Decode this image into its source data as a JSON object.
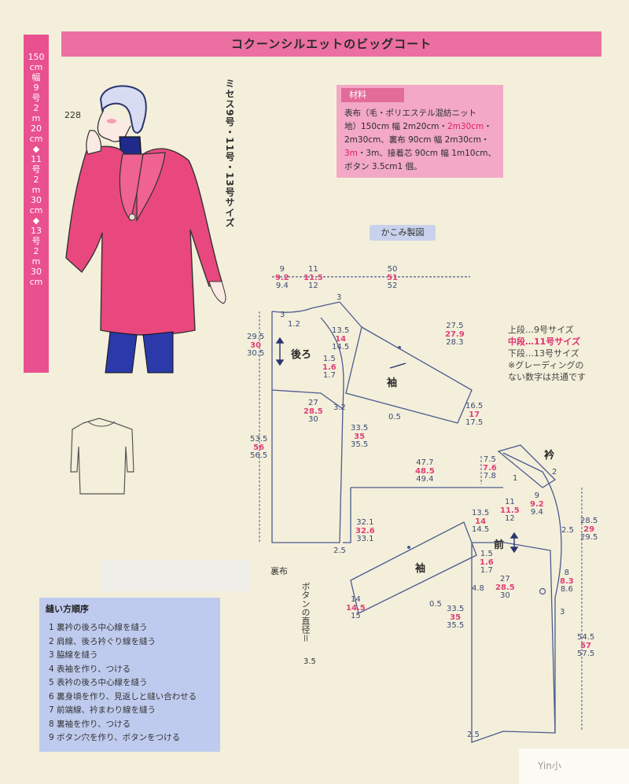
{
  "title": "コクーンシルエットのビッグコート",
  "side_banner": [
    "150",
    "cm",
    "幅",
    "9",
    "号",
    "2",
    "m",
    "20",
    "cm",
    "◆",
    "11",
    "号",
    "2",
    "m",
    "30",
    "cm",
    "◆",
    "13",
    "号",
    "2",
    "m",
    "30",
    "cm"
  ],
  "model_number": "228",
  "sizes_vertical": "ミセス9号・11号・13号サイズ",
  "materials": {
    "heading": "材料",
    "line1": "表布（毛・ポリエステル混紡ニット",
    "line2a": "地）150cm 幅 2m20cm・",
    "line2b": "2m30cm",
    "line2c": "・",
    "line3": "2m30cm、裏布 90cm 幅 2m30cm・",
    "line4a": "3m",
    "line4b": "・3m、接着芯 90cm 幅 1m10cm、",
    "line5": "ボタン 3.5cm1 個。"
  },
  "kakomi_label": "かこみ製図",
  "legend": {
    "l1": "上段…9号サイズ",
    "l2": "中段…11号サイズ",
    "l3": "下段…13号サイズ",
    "l4": "※グレーディングの",
    "l5": "ない数字は共通です"
  },
  "pattern_labels": {
    "ushiro": "後ろ",
    "sode_back": "袖",
    "sode_front": "袖",
    "mae": "前",
    "eri": "衿",
    "urafu": "裏布"
  },
  "dims": {
    "top_9": [
      "9",
      "9.2",
      "9.4"
    ],
    "top_11": [
      "11",
      "11.5",
      "12"
    ],
    "top_50": [
      "50",
      "51",
      "52"
    ],
    "back_295": [
      "29.5",
      "30",
      "30.5"
    ],
    "back_135": [
      "13.5",
      "14",
      "14.5"
    ],
    "back_15": [
      "1.5",
      "1.6",
      "1.7"
    ],
    "back_275": [
      "27.5",
      "27.9",
      "28.3"
    ],
    "back_27": [
      "27",
      "28.5",
      "30"
    ],
    "back_165": [
      "16.5",
      "17",
      "17.5"
    ],
    "back_535": [
      "53.5",
      "56",
      "56.5"
    ],
    "back_335": [
      "33.5",
      "35",
      "35.5"
    ],
    "front_477": [
      "47.7",
      "48.5",
      "49.4"
    ],
    "front_75": [
      "7.5",
      "7.6",
      "7.8"
    ],
    "front_321": [
      "32.1",
      "32.6",
      "33.1"
    ],
    "front_135": [
      "13.5",
      "14",
      "14.5"
    ],
    "front_11": [
      "11",
      "11.5",
      "12"
    ],
    "front_9": [
      "9",
      "9.2",
      "9.4"
    ],
    "front_285": [
      "28.5",
      "29",
      "29.5"
    ],
    "front_15": [
      "1.5",
      "1.6",
      "1.7"
    ],
    "front_27": [
      "27",
      "28.5",
      "30"
    ],
    "front_8": [
      "8",
      "8.3",
      "8.6"
    ],
    "front_14": [
      "14",
      "14.5",
      "15"
    ],
    "front_335": [
      "33.5",
      "35",
      "35.5"
    ],
    "front_545": [
      "54.5",
      "57",
      "57.5"
    ],
    "single": {
      "three_a": "3",
      "three_b": "3",
      "one_two": "1.2",
      "three_two": "3.2",
      "half_a": "0.5",
      "half_b": "0.5",
      "two_five_a": "2.5",
      "two_five_b": "2.5",
      "two_five_c": "2.5",
      "four_eight": "4.8",
      "two": "2",
      "three_c": "3",
      "one": "1"
    }
  },
  "button_note": "ボタンの直径＝",
  "button_size": "3.5",
  "sewing": {
    "heading": "縫い方順序",
    "steps": [
      "1 裏衿の後ろ中心線を縫う",
      "2 肩線、後ろ衿ぐり線を縫う",
      "3 脇線を縫う",
      "4 表袖を作り、つける",
      "5 表衿の後ろ中心線を縫う",
      "6 裏身頃を作り、見返しと縫い合わせる",
      "7 前端線、衿まわり線を縫う",
      "8 裏袖を作り、つける",
      "9 ボタン穴を作り、ボタンをつける"
    ]
  },
  "watermark": "Yin小",
  "colors": {
    "title_bar": "#ec6fa1",
    "banner": "#e9508f",
    "material_box": "#f2a8c6",
    "sewing_box": "#bfcbee",
    "line": "#4a5a90",
    "highlight": "#e0407a"
  }
}
